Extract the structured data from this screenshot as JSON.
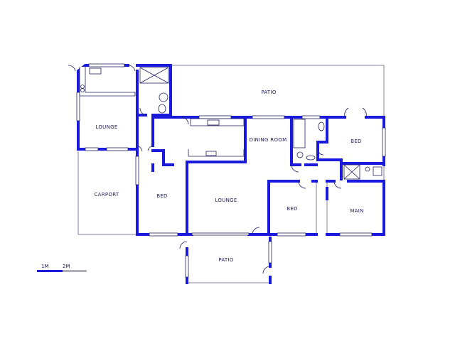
{
  "rooms": {
    "patio_top": "PATIO",
    "lounge_left": "LOUNGE",
    "dining": "DINING ROOM",
    "bed_top_right": "BED",
    "carport": "CARPORT",
    "bed_left": "BED",
    "lounge_center": "LOUNGE",
    "bed_center": "BED",
    "main": "MAIN",
    "patio_bottom": "PATIO"
  },
  "scale": {
    "label_1": "1M",
    "label_2": "2M"
  },
  "colors": {
    "wall": "#1a1adc",
    "outline": "#8080a0",
    "text": "#202060"
  }
}
